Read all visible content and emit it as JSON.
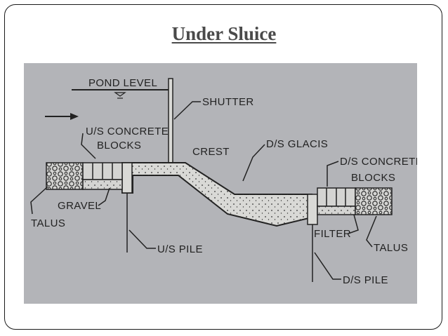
{
  "slide": {
    "title": "Under Sluice"
  },
  "diagram": {
    "labels": {
      "pond_level": "POND LEVEL",
      "shutter": "SHUTTER",
      "us_blocks_1": "U/S CONCRETE",
      "us_blocks_2": "BLOCKS",
      "crest": "CREST",
      "ds_glacis": "D/S GLACIS",
      "ds_blocks_1": "D/S CONCRETE",
      "ds_blocks_2": "BLOCKS",
      "gravel": "GRAVEL",
      "talus_left": "TALUS",
      "us_pile": "U/S PILE",
      "filter": "FILTER",
      "talus_right": "TALUS",
      "ds_pile": "D/S PILE"
    },
    "colors": {
      "background": "#b3b4b8",
      "ink": "#222222",
      "concrete": "#d9d9d6",
      "title": "#4a4a4a"
    }
  }
}
